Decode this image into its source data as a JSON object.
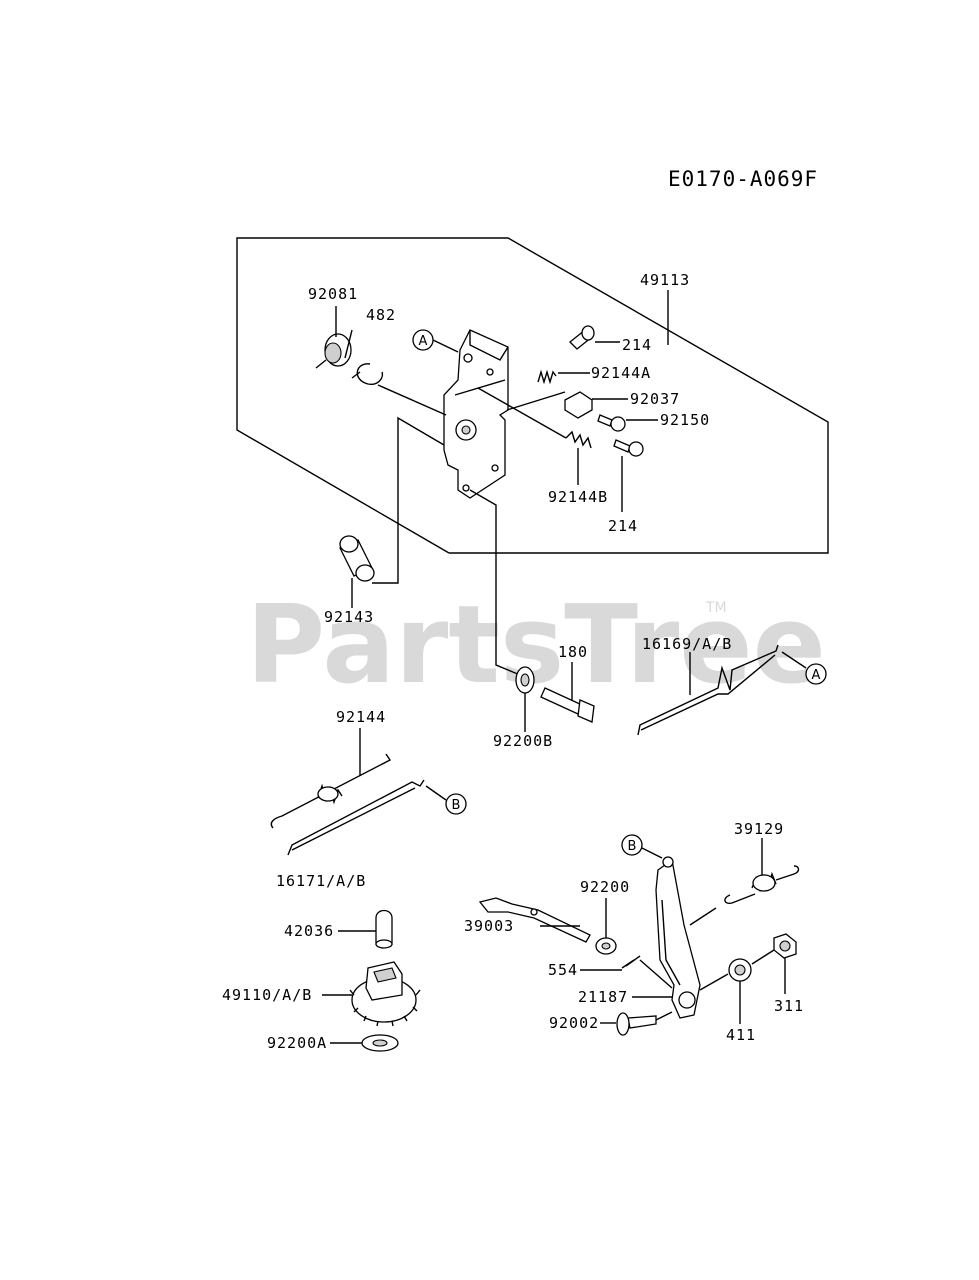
{
  "diagram_code": "E0170-A069F",
  "watermark": "PartsTree",
  "watermark_tm": "TM",
  "callouts": {
    "a": "A",
    "b": "B"
  },
  "parts": {
    "p49113": "49113",
    "p92081": "92081",
    "p482": "482",
    "p214_top": "214",
    "p92144a": "92144A",
    "p92037": "92037",
    "p92150": "92150",
    "p92144b": "92144B",
    "p214_bottom": "214",
    "p92143": "92143",
    "p180": "180",
    "p16169": "16169/A/B",
    "p92200b": "92200B",
    "p92144": "92144",
    "p16171": "16171/A/B",
    "p39129": "39129",
    "p92200": "92200",
    "p39003": "39003",
    "p42036": "42036",
    "p554": "554",
    "p49110": "49110/A/B",
    "p21187": "21187",
    "p92002": "92002",
    "p411": "411",
    "p311": "311",
    "p92200a": "92200A"
  }
}
